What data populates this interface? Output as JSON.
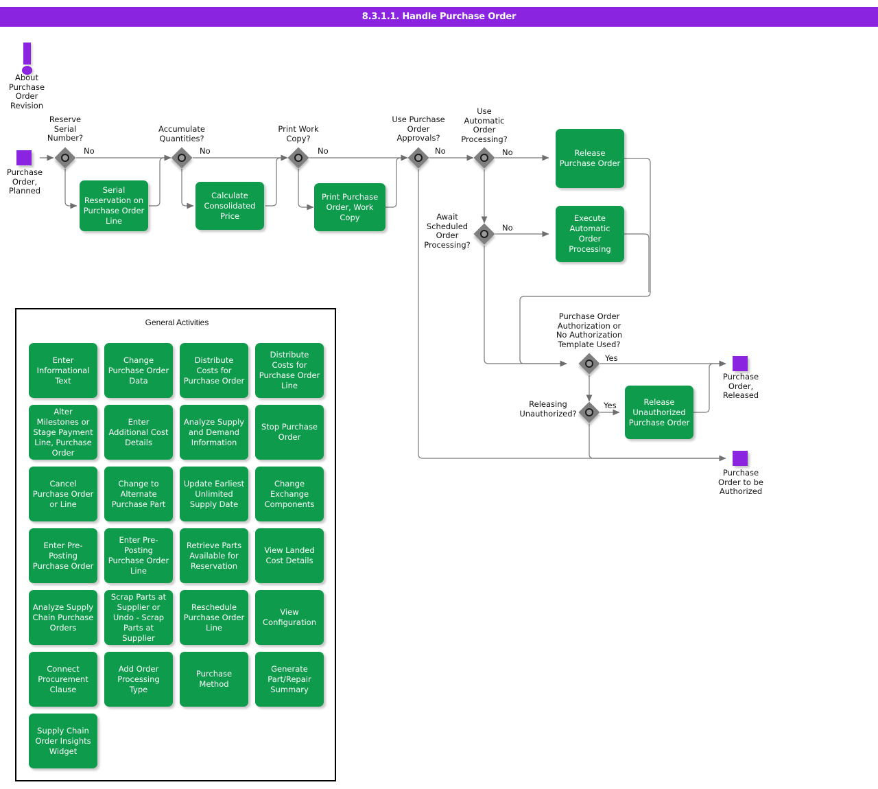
{
  "header": {
    "title": "8.3.1.1. Handle Purchase Order"
  },
  "colors": {
    "header_purple": "#8B24E0",
    "process_green": "#0E9B4C",
    "decision_gray": "#7F7F7F",
    "terminator_purple": "#8B24E0",
    "connector_gray": "#777777"
  },
  "note": {
    "icon": "exclamation-icon",
    "label": "About\nPurchase\nOrder\nRevision"
  },
  "flow": {
    "start_terminator": {
      "label": "Purchase\nOrder,\nPlanned"
    },
    "decisions": [
      {
        "id": "reserve-serial-number",
        "label": "Reserve\nSerial\nNumber?",
        "branch": "No"
      },
      {
        "id": "accumulate-quantities",
        "label": "Accumulate\nQuantities?",
        "branch": "No"
      },
      {
        "id": "print-work-copy",
        "label": "Print Work\nCopy?",
        "branch": "No"
      },
      {
        "id": "use-purchase-order-approvals",
        "label": "Use Purchase\nOrder\nApprovals?",
        "branch": "No"
      },
      {
        "id": "use-automatic-order-processing",
        "label": "Use\nAutomatic\nOrder\nProcessing?",
        "branch": "No"
      },
      {
        "id": "await-scheduled-order-processing",
        "label": "Await\nScheduled\nOrder\nProcessing?",
        "branch": "No"
      },
      {
        "id": "purchase-order-authorization",
        "label": "Purchase Order\nAuthorization or\nNo Authorization\nTemplate Used?",
        "branch": "Yes"
      },
      {
        "id": "releasing-unauthorized",
        "label": "Releasing\nUnauthorized?",
        "branch": "Yes"
      }
    ],
    "processes": [
      {
        "id": "serial-reservation-on-purchase-order-line",
        "label": "Serial\nReservation on\nPurchase Order\nLine"
      },
      {
        "id": "calculate-consolidated-price",
        "label": "Calculate\nConsolidated\nPrice"
      },
      {
        "id": "print-purchase-order-work-copy",
        "label": "Print Purchase\nOrder, Work\nCopy"
      },
      {
        "id": "release-purchase-order",
        "label": "Release\nPurchase Order"
      },
      {
        "id": "execute-automatic-order-processing",
        "label": "Execute\nAutomatic Order\nProcessing"
      },
      {
        "id": "release-unauthorized-purchase-order",
        "label": "Release\nUnauthorized\nPurchase Order"
      }
    ],
    "end_terminators": [
      {
        "id": "purchase-order-released",
        "label": "Purchase\nOrder,\nReleased"
      },
      {
        "id": "purchase-order-to-be-authorized",
        "label": "Purchase\nOrder to be\nAuthorized"
      }
    ]
  },
  "general_activities": {
    "title": "General Activities",
    "items": [
      "Enter\nInformational\nText",
      "Change\nPurchase Order\nData",
      "Distribute Costs\nfor Purchase\nOrder",
      "Distribute Costs\nfor Purchase\nOrder Line",
      "Alter Milestones\nor Stage\nPayment Line,\nPurchase Order",
      "Enter Additional\nCost Details",
      "Analyze Supply\nand Demand\nInformation",
      "Stop Purchase\nOrder",
      "Cancel Purchase\nOrder or Line",
      "Change to\nAlternate\nPurchase Part",
      "Update\nEarliest\nUnlimited\nSupply Date",
      "Change\nExchange\nComponents",
      "Enter Pre-\nPosting\nPurchase Order",
      "Enter Pre-\nPosting\nPurchase Order\nLine",
      "Retrieve Parts\nAvailable for\nReservation",
      "View Landed\nCost Details",
      "Analyze Supply\nChain Purchase\nOrders",
      "Scrap Parts at\nSupplier or Undo\n- Scrap Parts at\nSupplier",
      "Reschedule\nPurchase Order\nLine",
      "View\nConfiguration",
      "Connect\nProcurement\nClause",
      "Add Order\nProcessing Type",
      "Purchase\nMethod",
      "Generate\nPart/Repair\nSummary",
      "Supply Chain\nOrder Insights\nWidget"
    ]
  }
}
